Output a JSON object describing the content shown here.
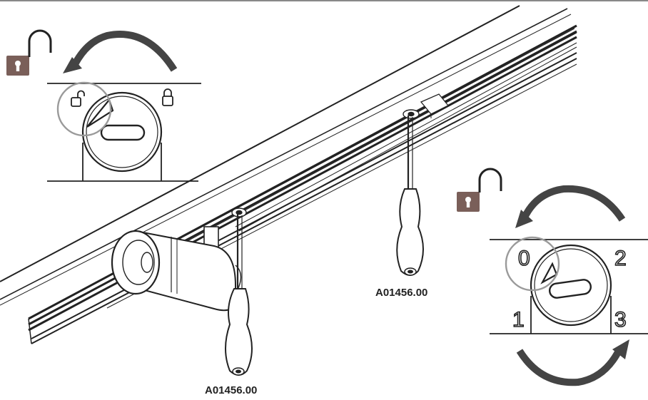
{
  "figure": {
    "part_number_left": "A01456.00",
    "part_number_right": "A01456.00"
  },
  "detail_left": {
    "unlock_symbol": "unlock-icon",
    "lock_symbol": "lock-icon"
  },
  "detail_right": {
    "positions": [
      "0",
      "1",
      "2",
      "3"
    ]
  },
  "colors": {
    "line": "#222222",
    "lock_badge": "#7a5f59",
    "callout_circle": "#9a9a9a"
  }
}
